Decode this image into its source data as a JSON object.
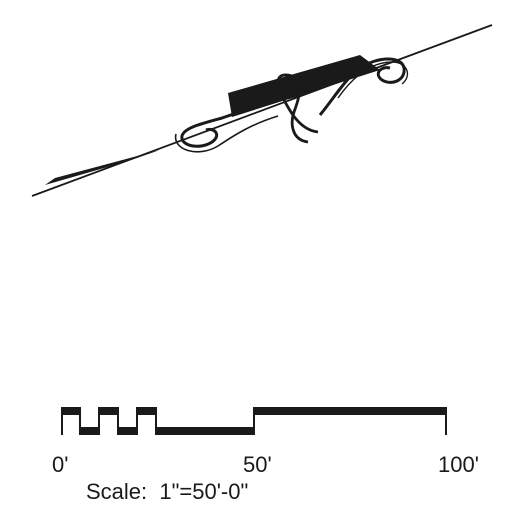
{
  "scale": {
    "ticks": [
      "0'",
      "50'",
      "100'"
    ],
    "caption": "Scale:  1\"=50'-0\""
  },
  "colors": {
    "ink": "#1a1a1a",
    "background": "#ffffff"
  },
  "icons": {
    "ornament": "north-arrow-flourish-icon"
  }
}
